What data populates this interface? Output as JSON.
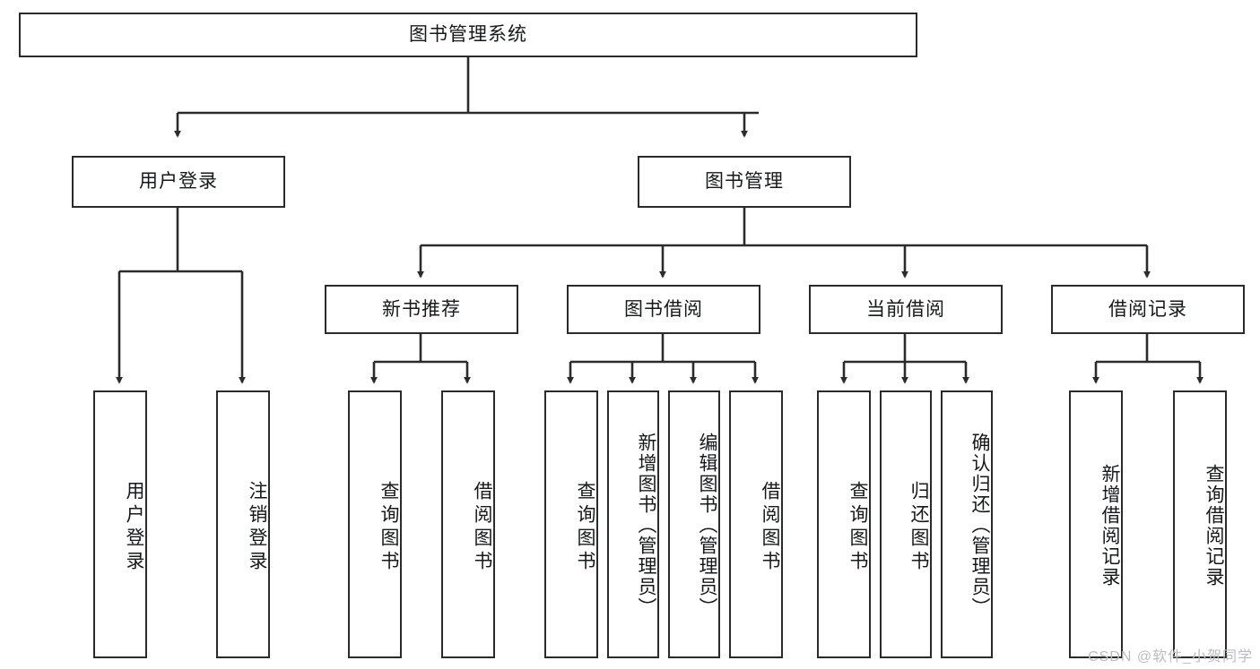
{
  "diagram": {
    "title": "图书管理系统",
    "type": "hierarchy-tree",
    "root": {
      "id": "root",
      "label": "图书管理系统"
    },
    "level2": [
      {
        "id": "user-login",
        "label": "用户登录"
      },
      {
        "id": "book-manage",
        "label": "图书管理"
      }
    ],
    "level3": [
      {
        "id": "new-book-rec",
        "label": "新书推荐",
        "parent": "book-manage"
      },
      {
        "id": "book-borrow",
        "label": "图书借阅",
        "parent": "book-manage"
      },
      {
        "id": "current-borrow",
        "label": "当前借阅",
        "parent": "book-manage"
      },
      {
        "id": "borrow-record",
        "label": "借阅记录",
        "parent": "book-manage"
      }
    ],
    "leaves": [
      {
        "id": "leaf-user-login",
        "label": "用户登录",
        "parent": "user-login"
      },
      {
        "id": "leaf-logout",
        "label": "注销登录",
        "parent": "user-login"
      },
      {
        "id": "leaf-query-book-1",
        "label": "查询图书",
        "parent": "new-book-rec"
      },
      {
        "id": "leaf-borrow-book-1",
        "label": "借阅图书",
        "parent": "new-book-rec"
      },
      {
        "id": "leaf-query-book-2",
        "label": "查询图书",
        "parent": "book-borrow"
      },
      {
        "id": "leaf-add-book",
        "label": "新增图书（管理员）",
        "parent": "book-borrow"
      },
      {
        "id": "leaf-edit-book",
        "label": "编辑图书（管理员）",
        "parent": "book-borrow"
      },
      {
        "id": "leaf-borrow-book-2",
        "label": "借阅图书",
        "parent": "book-borrow"
      },
      {
        "id": "leaf-query-book-3",
        "label": "查询图书",
        "parent": "current-borrow"
      },
      {
        "id": "leaf-return-book",
        "label": "归还图书",
        "parent": "current-borrow"
      },
      {
        "id": "leaf-confirm-return",
        "label": "确认归还（管理员）",
        "parent": "current-borrow"
      },
      {
        "id": "leaf-add-record",
        "label": "新增借阅记录",
        "parent": "borrow-record"
      },
      {
        "id": "leaf-query-record",
        "label": "查询借阅记录",
        "parent": "borrow-record"
      }
    ]
  },
  "watermark": {
    "text": "CSDN @软件_小贺同学"
  },
  "colors": {
    "stroke": "#2b2b2b",
    "text": "#17181a",
    "background": "#ffffff",
    "watermark": "#b9bcc2"
  }
}
